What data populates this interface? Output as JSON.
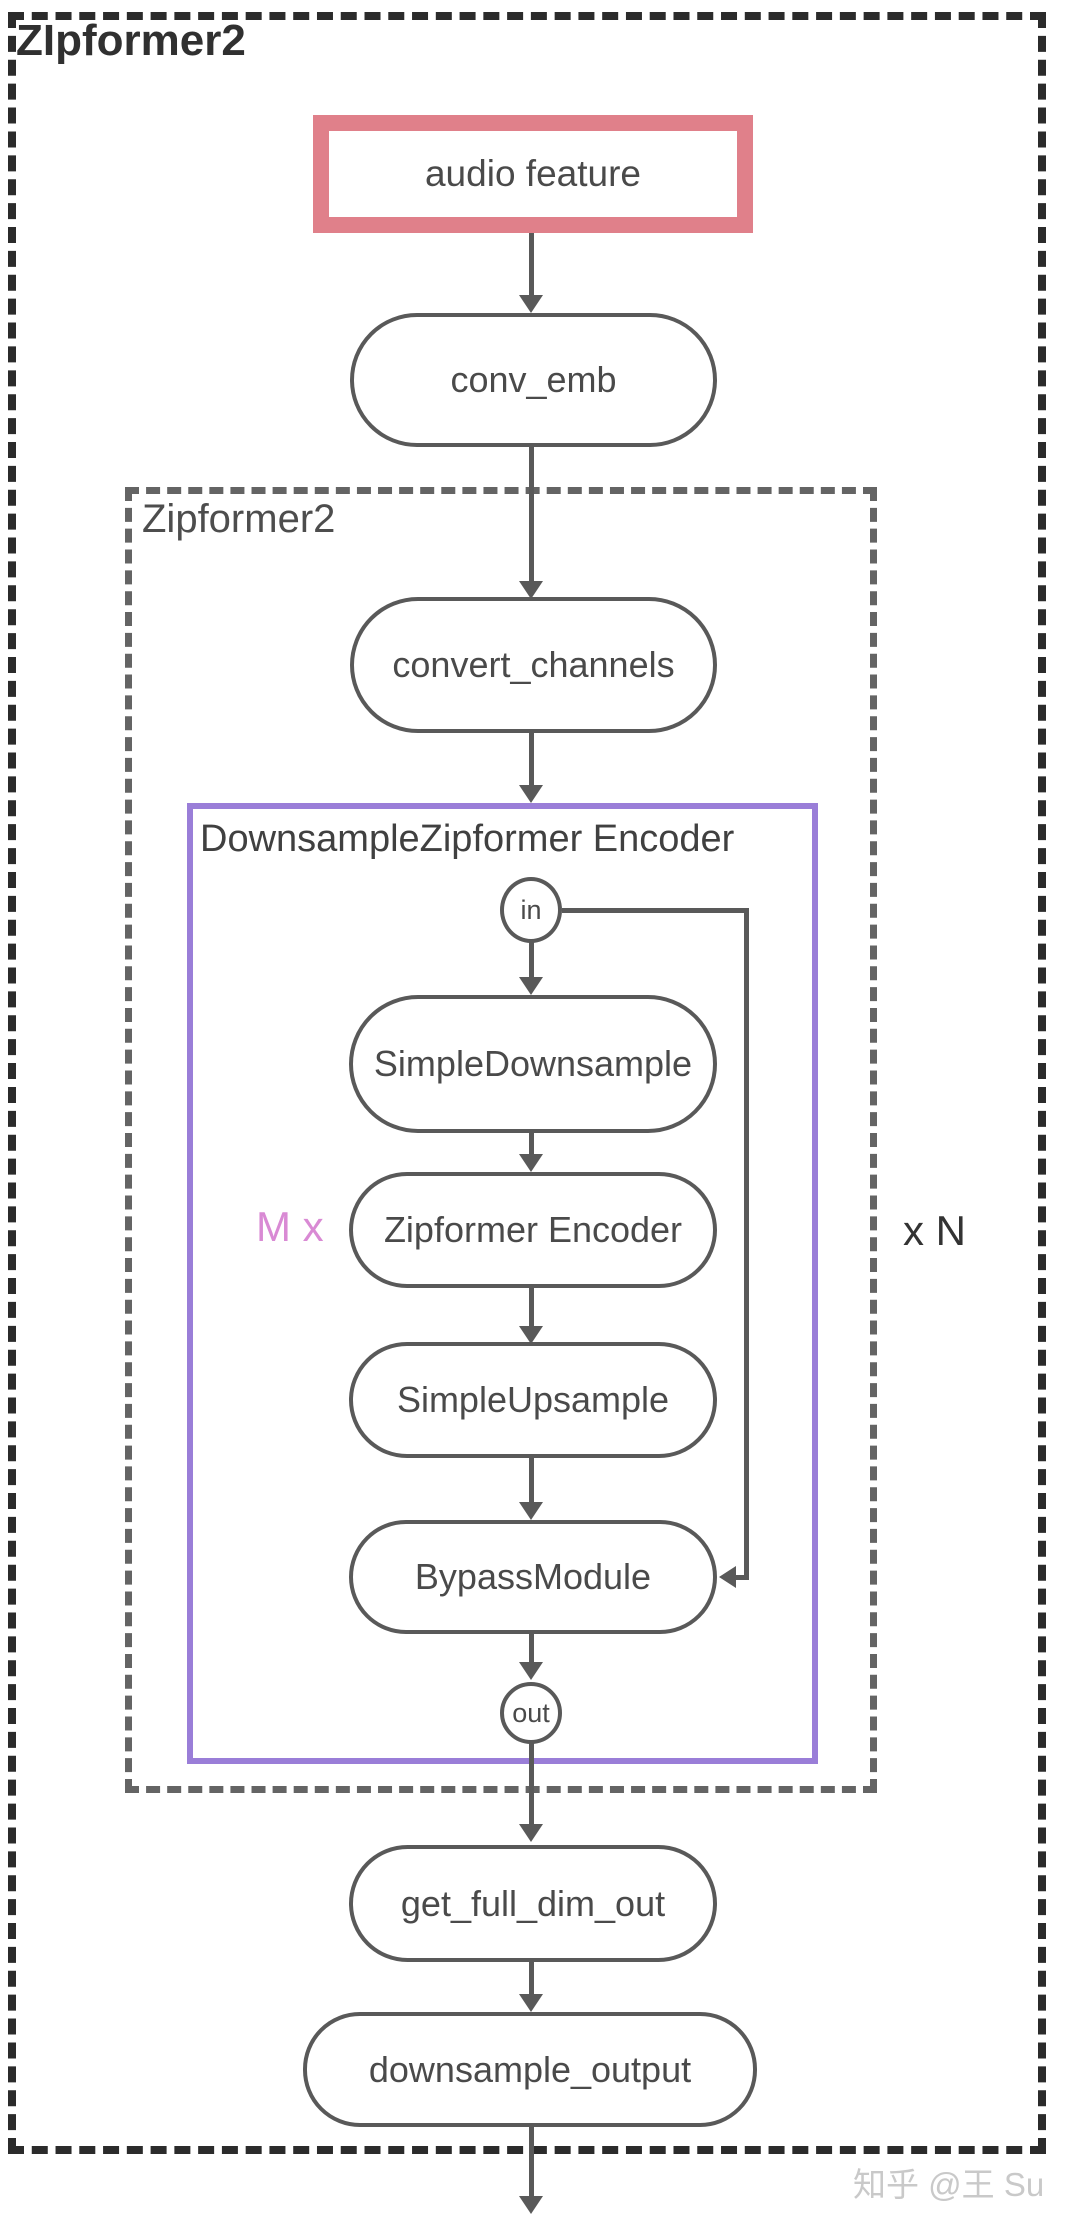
{
  "diagram": {
    "outer_frame_label": "ZIpformer2",
    "inner_frame_label": "Zipformer2",
    "purple_frame_label": "DownsampleZipformer Encoder",
    "nodes": {
      "audio_feature": "audio feature",
      "conv_emb": "conv_emb",
      "convert_channels": "convert_channels",
      "in_port": "in",
      "simple_downsample": "SimpleDownsample",
      "zipformer_encoder": "Zipformer Encoder",
      "simple_upsample": "SimpleUpsample",
      "bypass_module": "BypassModule",
      "out_port": "out",
      "get_full_dim_out": "get_full_dim_out",
      "downsample_output": "downsample_output"
    },
    "annotations": {
      "repeat_inner": "M x",
      "repeat_outer": "x N"
    },
    "colors": {
      "input_box_border": "#e0808a",
      "purple_frame_border": "#9a7ed8",
      "repeat_inner_text": "#d98ad4",
      "shape_border": "#595959",
      "text": "#4a4a4a"
    },
    "watermark": "知乎 @王 Su"
  }
}
